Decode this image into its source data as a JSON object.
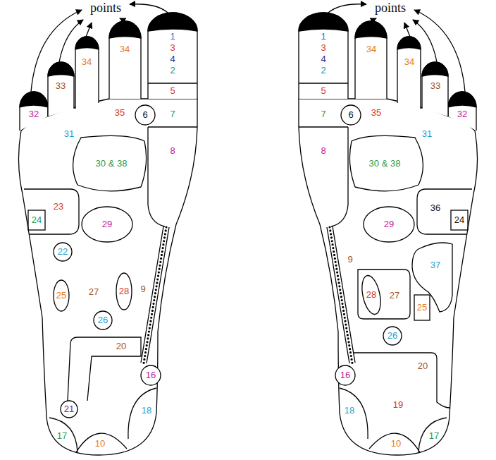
{
  "diagram": {
    "labels": [
      "points",
      "points",
      "1",
      "3",
      "4",
      "2",
      "5",
      "34",
      "34",
      "33",
      "32",
      "31",
      "35",
      "6",
      "7",
      "8",
      "30 & 38",
      "23",
      "24",
      "29",
      "22",
      "25",
      "27",
      "28",
      "9",
      "26",
      "20",
      "16",
      "21",
      "18",
      "17",
      "10",
      "1",
      "3",
      "4",
      "2",
      "5",
      "34",
      "34",
      "33",
      "32",
      "31",
      "35",
      "6",
      "7",
      "8",
      "30 & 38",
      "36",
      "24",
      "29",
      "37",
      "9",
      "28",
      "27",
      "25",
      "26",
      "20",
      "16",
      "19",
      "18",
      "17",
      "10"
    ]
  }
}
